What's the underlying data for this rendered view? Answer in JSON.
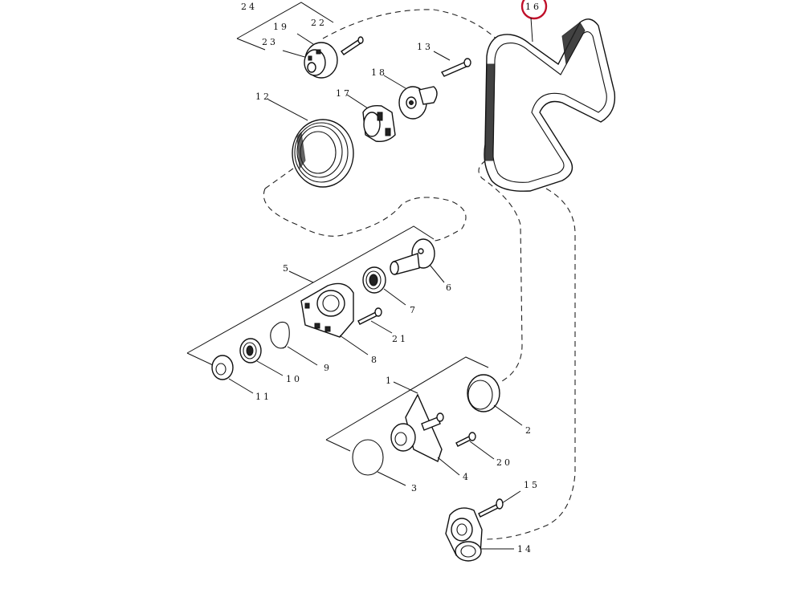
{
  "diagram": {
    "callouts": {
      "c1": "1",
      "c2": "2",
      "c3": "3",
      "c4": "4",
      "c5": "5",
      "c6": "6",
      "c7": "7",
      "c8": "8",
      "c9": "9",
      "c10": "10",
      "c11": "11",
      "c12": "12",
      "c13": "13",
      "c14": "14",
      "c15": "15",
      "c16": "16",
      "c17": "17",
      "c18": "18",
      "c19": "19",
      "c20": "20",
      "c21": "21",
      "c22": "22",
      "c23": "23",
      "c24": "24"
    },
    "selected_callout": "16",
    "highlight_color": "#c0102a"
  }
}
